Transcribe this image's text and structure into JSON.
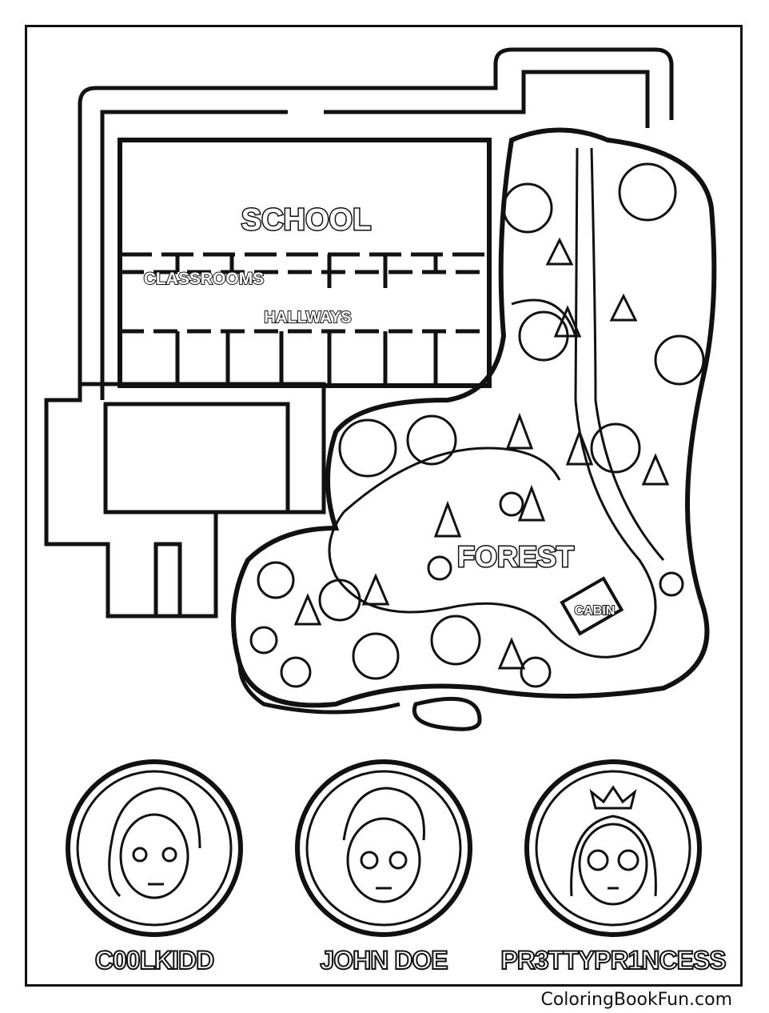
{
  "map": {
    "school_label": "SCHOOL",
    "classrooms_label": "CLASSROOMS",
    "hallways_label": "HALLWAYS",
    "forest_label": "FOREST",
    "cabin_label": "CABIN"
  },
  "characters": [
    {
      "name": "C00LKIDD"
    },
    {
      "name": "JOHN DOE"
    },
    {
      "name": "PR3TTYPR1NCESS"
    }
  ],
  "watermark": "ColoringBookFun.com",
  "colors": {
    "line": "#111111",
    "background": "#ffffff"
  }
}
